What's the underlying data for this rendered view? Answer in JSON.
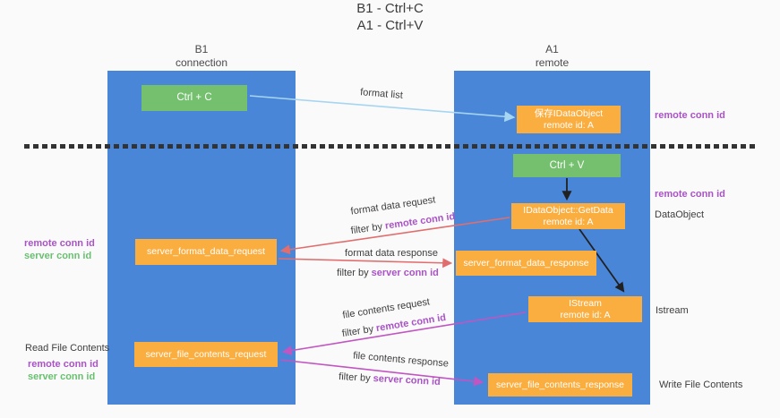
{
  "title": {
    "line1": "B1 - Ctrl+C",
    "line2": "A1 - Ctrl+V"
  },
  "lanes": {
    "left": {
      "header_line1": "B1",
      "header_line2": "connection"
    },
    "right": {
      "header_line1": "A1",
      "header_line2": "remote"
    }
  },
  "boxes": {
    "ctrl_c": "Ctrl + C",
    "ctrl_v": "Ctrl + V",
    "save_idataobject": {
      "line1": "保存IDataObject",
      "line2": "remote id: A"
    },
    "getdata": {
      "line1": "IDataObject::GetData",
      "line2": "remote id: A"
    },
    "istream": {
      "line1": "IStream",
      "line2": "remote id: A"
    },
    "server_format_data_request": "server_format_data_request",
    "server_format_data_response": "server_format_data_response",
    "server_file_contents_request": "server_file_contents_request",
    "server_file_contents_response": "server_file_contents_response"
  },
  "flow_labels": {
    "format_list": "format list",
    "format_data_request": "format data request",
    "format_data_response": "format data response",
    "file_contents_request": "file contents request",
    "file_contents_response": "file contents response",
    "filter_by": "filter by",
    "remote_conn_id": "remote conn id",
    "server_conn_id": "server conn id"
  },
  "side_labels": {
    "right_remote_conn_id_top": "remote conn id",
    "right_remote_conn_id_mid": "remote conn id",
    "dataobject": "DataObject",
    "istream": "Istream",
    "write_file_contents": "Write File Contents",
    "left_remote_conn_id_top": "remote conn id",
    "left_server_conn_id_top": "server conn id",
    "read_file_contents": "Read File Contents",
    "left_remote_conn_id_bottom": "remote conn id",
    "left_server_conn_id_bottom": "server conn id"
  },
  "colors": {
    "bg": "#fafafa",
    "col-blue": "#4a86d8",
    "box-green": "#74c06f",
    "box-orange": "#fbae40",
    "arrow-blue": "#a6d5f2",
    "arrow-red": "#e06e6e",
    "arrow-magenta": "#c155c1",
    "text-purple": "#a953c6",
    "text-green": "#68c070",
    "text-dark": "#3d3d3d"
  }
}
